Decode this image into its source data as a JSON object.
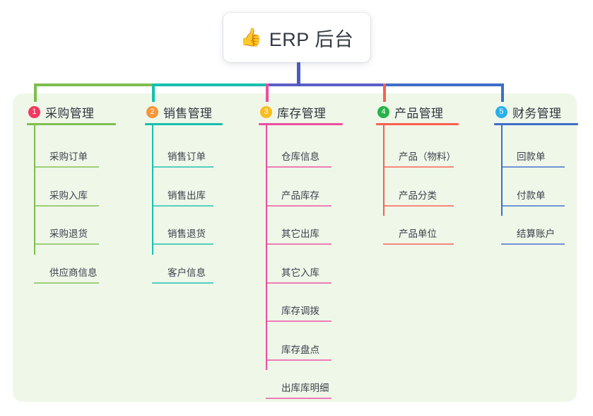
{
  "title": {
    "emoji": "👍",
    "emoji_name": "thumbs-up-emoji",
    "text": "ERP 后台"
  },
  "theme": {
    "panel_bg": "#eff7e9",
    "page_bg": "#ffffff",
    "title_text_color": "#333a44",
    "stem_color": "#4a5cc0"
  },
  "columns": [
    {
      "number": "1",
      "title": "采购管理",
      "badge_color": "#f4385e",
      "line_color": "#7ebe4f",
      "stem_color": "#7ebe4f",
      "items": [
        {
          "label": "采购订单"
        },
        {
          "label": "采购入库"
        },
        {
          "label": "采购退货"
        },
        {
          "label": "供应商信息"
        }
      ]
    },
    {
      "number": "2",
      "title": "销售管理",
      "badge_color": "#f5963c",
      "line_color": "#18bfae",
      "stem_color": "#18bfae",
      "items": [
        {
          "label": "销售订单"
        },
        {
          "label": "销售出库"
        },
        {
          "label": "销售退货"
        },
        {
          "label": "客户信息"
        }
      ]
    },
    {
      "number": "3",
      "title": "库存管理",
      "badge_color": "#fbbd1e",
      "line_color": "#ec4fa0",
      "stem_color": "#ec4fa0",
      "items": [
        {
          "label": "仓库信息"
        },
        {
          "label": "产品库存"
        },
        {
          "label": "其它出库"
        },
        {
          "label": "其它入库"
        },
        {
          "label": "库存调拨"
        },
        {
          "label": "库存盘点"
        },
        {
          "label": "出库库明细"
        }
      ]
    },
    {
      "number": "4",
      "title": "产品管理",
      "badge_color": "#27b34a",
      "line_color": "#f8604f",
      "stem_color": "#f8604f",
      "items": [
        {
          "label": "产品（物料）"
        },
        {
          "label": "产品分类"
        },
        {
          "label": "产品单位"
        }
      ]
    },
    {
      "number": "5",
      "title": "财务管理",
      "badge_color": "#29b0e8",
      "line_color": "#3f6ec8",
      "stem_color": "#3f6ec8",
      "items": [
        {
          "label": "回款单"
        },
        {
          "label": "付款单"
        },
        {
          "label": "结算账户"
        }
      ]
    }
  ],
  "connectors": {
    "bar_segments": [
      {
        "color": "#7ebe4f"
      },
      {
        "color": "#18bfae"
      },
      {
        "color": "#5b5fc7"
      },
      {
        "color": "#4a6fc9"
      },
      {
        "color": "#3f6ec8"
      }
    ]
  }
}
